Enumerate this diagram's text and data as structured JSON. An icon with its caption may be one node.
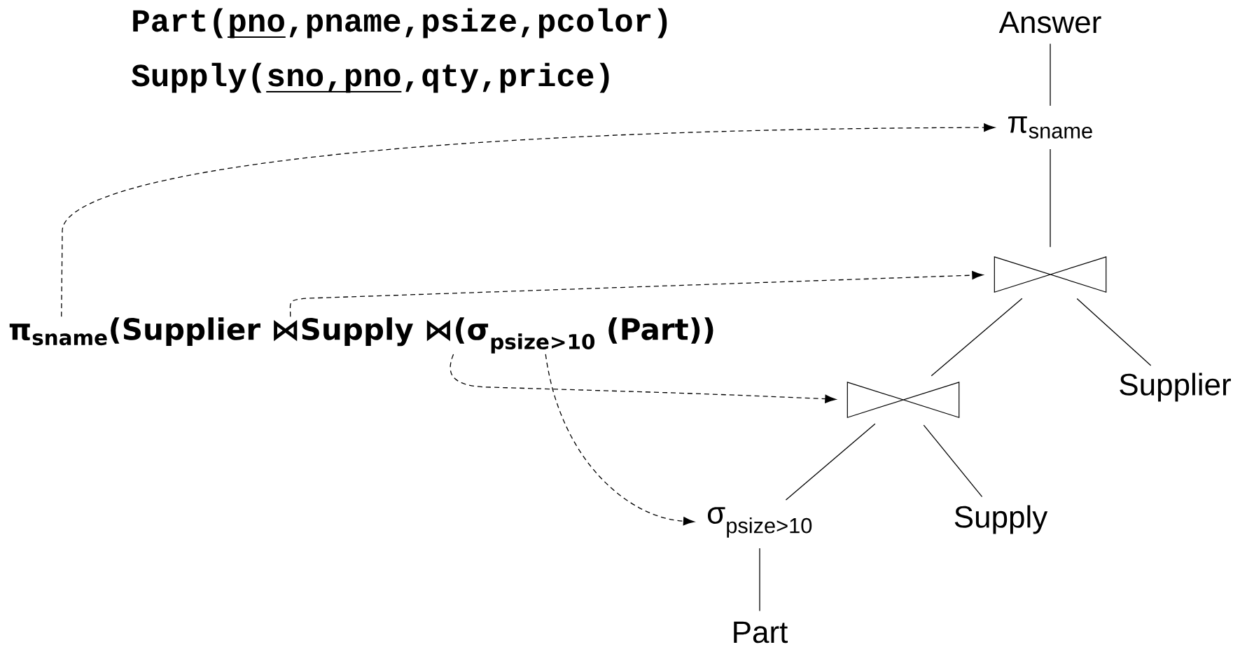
{
  "diagram": {
    "nodes": [
      {
        "text": [
          "Answer"
        ]
      },
      {
        "text": [
          "π$_{sname}$"
        ]
      },
      {
        "text": [],
        "shape": "bowtie"
      },
      {
        "text": [
          "π$_{sname}$(Supplier ⋈Supply ⋈(σ$_{psize>10}$ (Part))"
        ]
      },
      {
        "text": [
          "Supplier"
        ]
      },
      {
        "text": [],
        "shape": "bowtie"
      },
      {
        "text": [
          "σ$_{psize>10}$"
        ]
      },
      {
        "text": [
          "Supply"
        ]
      },
      {
        "text": [
          "Part"
        ]
      }
    ],
    "edges": [
      {
        "from": 0,
        "to": 1,
        "arrow": "none"
      },
      {
        "from": 1,
        "to": 2,
        "arrow": "none"
      },
      {
        "from": 2,
        "to": 5,
        "arrow": "none"
      },
      {
        "from": 2,
        "to": 4,
        "arrow": "none"
      },
      {
        "from": 5,
        "to": 6,
        "arrow": "none"
      },
      {
        "from": 5,
        "to": 7,
        "arrow": "none"
      },
      {
        "from": 6,
        "to": 8,
        "arrow": "none"
      },
      {
        "from": 3,
        "to": 1,
        "arrow": "to",
        "style": "dashed"
      },
      {
        "from": 3,
        "to": 2,
        "arrow": "to",
        "style": "dashed"
      },
      {
        "from": 3,
        "to": 5,
        "arrow": "to",
        "style": "dashed"
      },
      {
        "from": 3,
        "to": 6,
        "arrow": "to",
        "style": "dashed"
      }
    ],
    "labels": [
      "Part(pno,pname,psize,pcolor)",
      "Supply(sno,pno,qty,price)"
    ]
  }
}
